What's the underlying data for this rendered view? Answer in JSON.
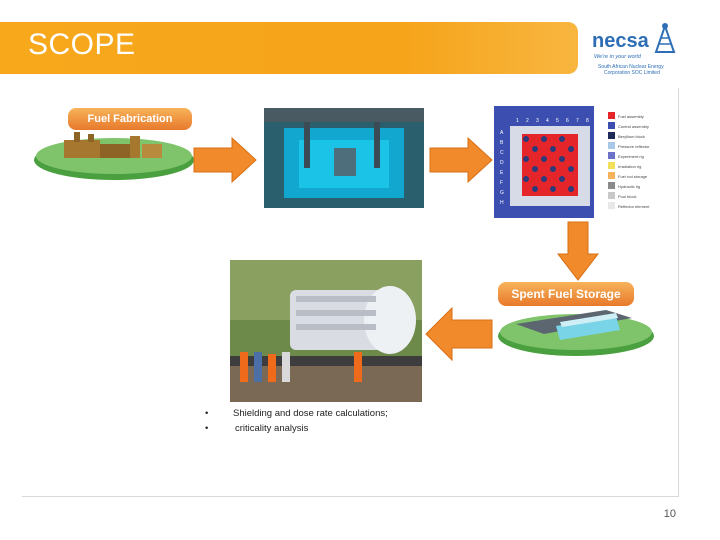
{
  "slide": {
    "title": "SCOPE",
    "page_number": "10"
  },
  "logo": {
    "word": "necsa",
    "tagline": "We're in your world",
    "line1": "South African Nuclear Energy",
    "line2": "Corporation SOC Limited"
  },
  "steps": {
    "fuel_fabrication": "Fuel Fabrication",
    "spent_fuel_storage": "Spent Fuel Storage"
  },
  "core_map": {
    "col_numbers": [
      "1",
      "2",
      "3",
      "4",
      "5",
      "6",
      "7",
      "8"
    ],
    "row_letters": [
      "A",
      "B",
      "C",
      "D",
      "E",
      "F",
      "G",
      "H"
    ],
    "legend": [
      "Fuel assembly",
      "Control assembly",
      "Beryllium block",
      "Pressure reflector",
      "Experiment rig",
      "Irradiation rig",
      "Fuel rod storage",
      "Hydraulic rig",
      "Pool block",
      "Reflector element"
    ]
  },
  "bullets": [
    "Shielding and dose rate calculations;",
    "criticality analysis"
  ],
  "colors": {
    "header": "#f7a81b",
    "arrow": "#f08a2a",
    "brand_blue": "#2d6eb6"
  }
}
